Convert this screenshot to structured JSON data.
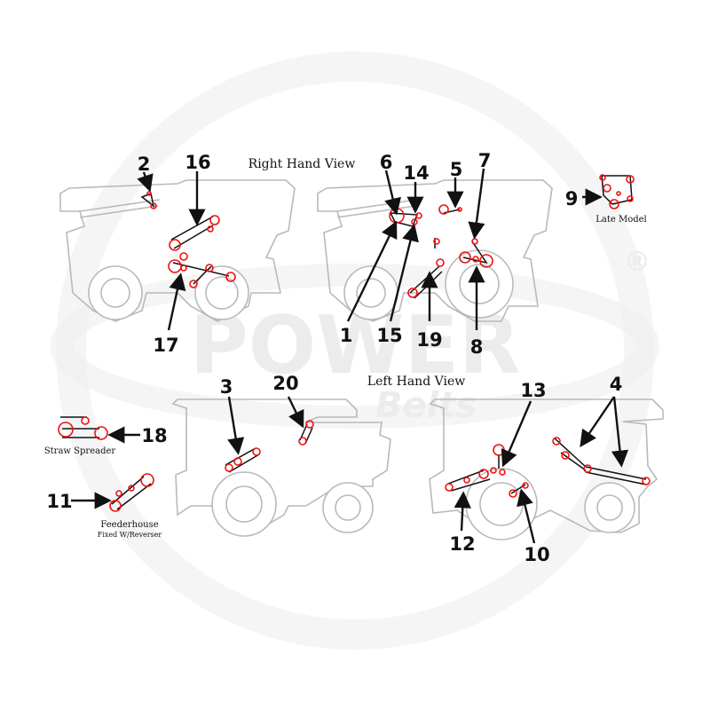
{
  "views": {
    "right_hand": "Right Hand View",
    "left_hand": "Left Hand View"
  },
  "watermark": {
    "brand": "POWER",
    "sub": "Belts",
    "registered": "®"
  },
  "labels": {
    "late_model": "Late Model",
    "straw_spreader": "Straw Spreader",
    "feederhouse": "Feederhouse",
    "fixed_reverser": "Fixed W/Reverser"
  },
  "callouts": {
    "n1": "1",
    "n2": "2",
    "n3": "3",
    "n4": "4",
    "n5": "5",
    "n6": "6",
    "n7": "7",
    "n8": "8",
    "n9": "9",
    "n10": "10",
    "n11": "11",
    "n12": "12",
    "n13": "13",
    "n14": "14",
    "n15": "15",
    "n16": "16",
    "n17": "17",
    "n18": "18",
    "n19": "19",
    "n20": "20"
  },
  "colors": {
    "outline": "#b9b9b9",
    "pulley": "#e11111",
    "belt": "#111111",
    "watermark": "#ececec"
  }
}
